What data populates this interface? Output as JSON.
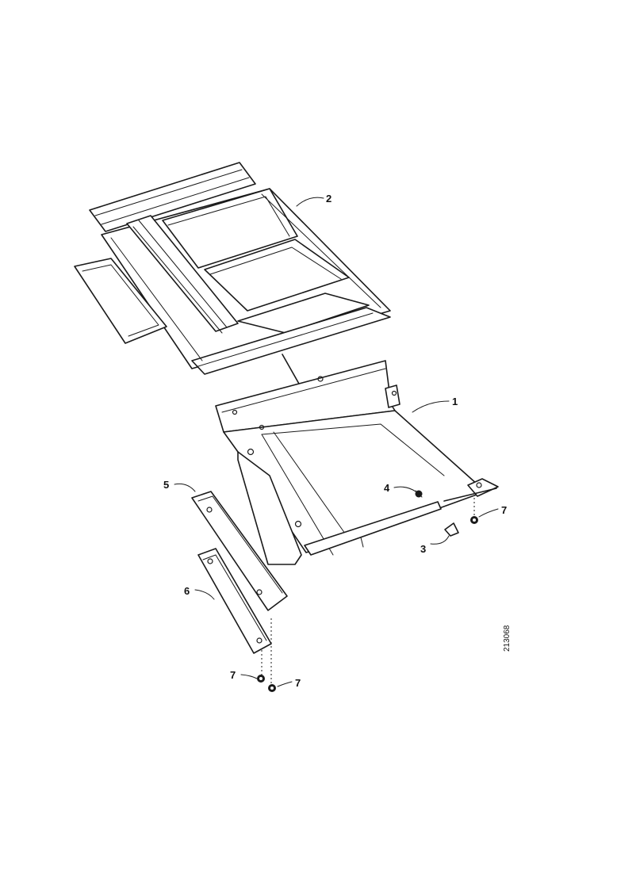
{
  "figure": {
    "reference_number": "213068",
    "callouts": {
      "c1": "1",
      "c2": "2",
      "c3": "3",
      "c4": "4",
      "c5": "5",
      "c6": "6",
      "c7a": "7",
      "c7b": "7",
      "c7c": "7"
    }
  },
  "colors": {
    "line": "#1a1a1a",
    "background": "#ffffff"
  }
}
